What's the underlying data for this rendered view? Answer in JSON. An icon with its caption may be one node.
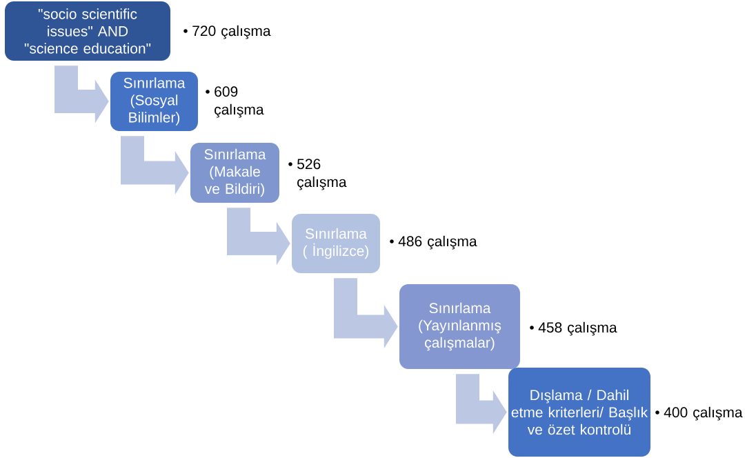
{
  "diagram": {
    "nodes": [
      {
        "text": [
          "\"socio scientific issues\" AND \"science education\""
        ],
        "beside": [
          "720 çalışma"
        ]
      },
      {
        "text": [
          "Sınırlama (Sosyal Bilimler)"
        ],
        "beside": [
          "609 çalışma"
        ]
      },
      {
        "text": [
          "Sınırlama (Makale ve Bildiri)"
        ],
        "beside": [
          "526 çalışma"
        ]
      },
      {
        "text": [
          "Sınırlama ( İngilizce)"
        ],
        "beside": [
          "486 çalışma"
        ]
      },
      {
        "text": [
          "Sınırlama (Yayınlanmış çalışmalar)"
        ],
        "beside": [
          "458 çalışma"
        ]
      },
      {
        "text": [
          "Dışlama / Dahil etme kriterleri/ Başlık ve özet kontrolü"
        ],
        "beside": [
          "400 çalışma"
        ]
      }
    ],
    "edges": [
      {
        "from": 0,
        "to": 1,
        "arrow": "to"
      },
      {
        "from": 1,
        "to": 2,
        "arrow": "to"
      },
      {
        "from": 2,
        "to": 3,
        "arrow": "to"
      },
      {
        "from": 3,
        "to": 4,
        "arrow": "to"
      },
      {
        "from": 4,
        "to": 5,
        "arrow": "to"
      }
    ]
  }
}
